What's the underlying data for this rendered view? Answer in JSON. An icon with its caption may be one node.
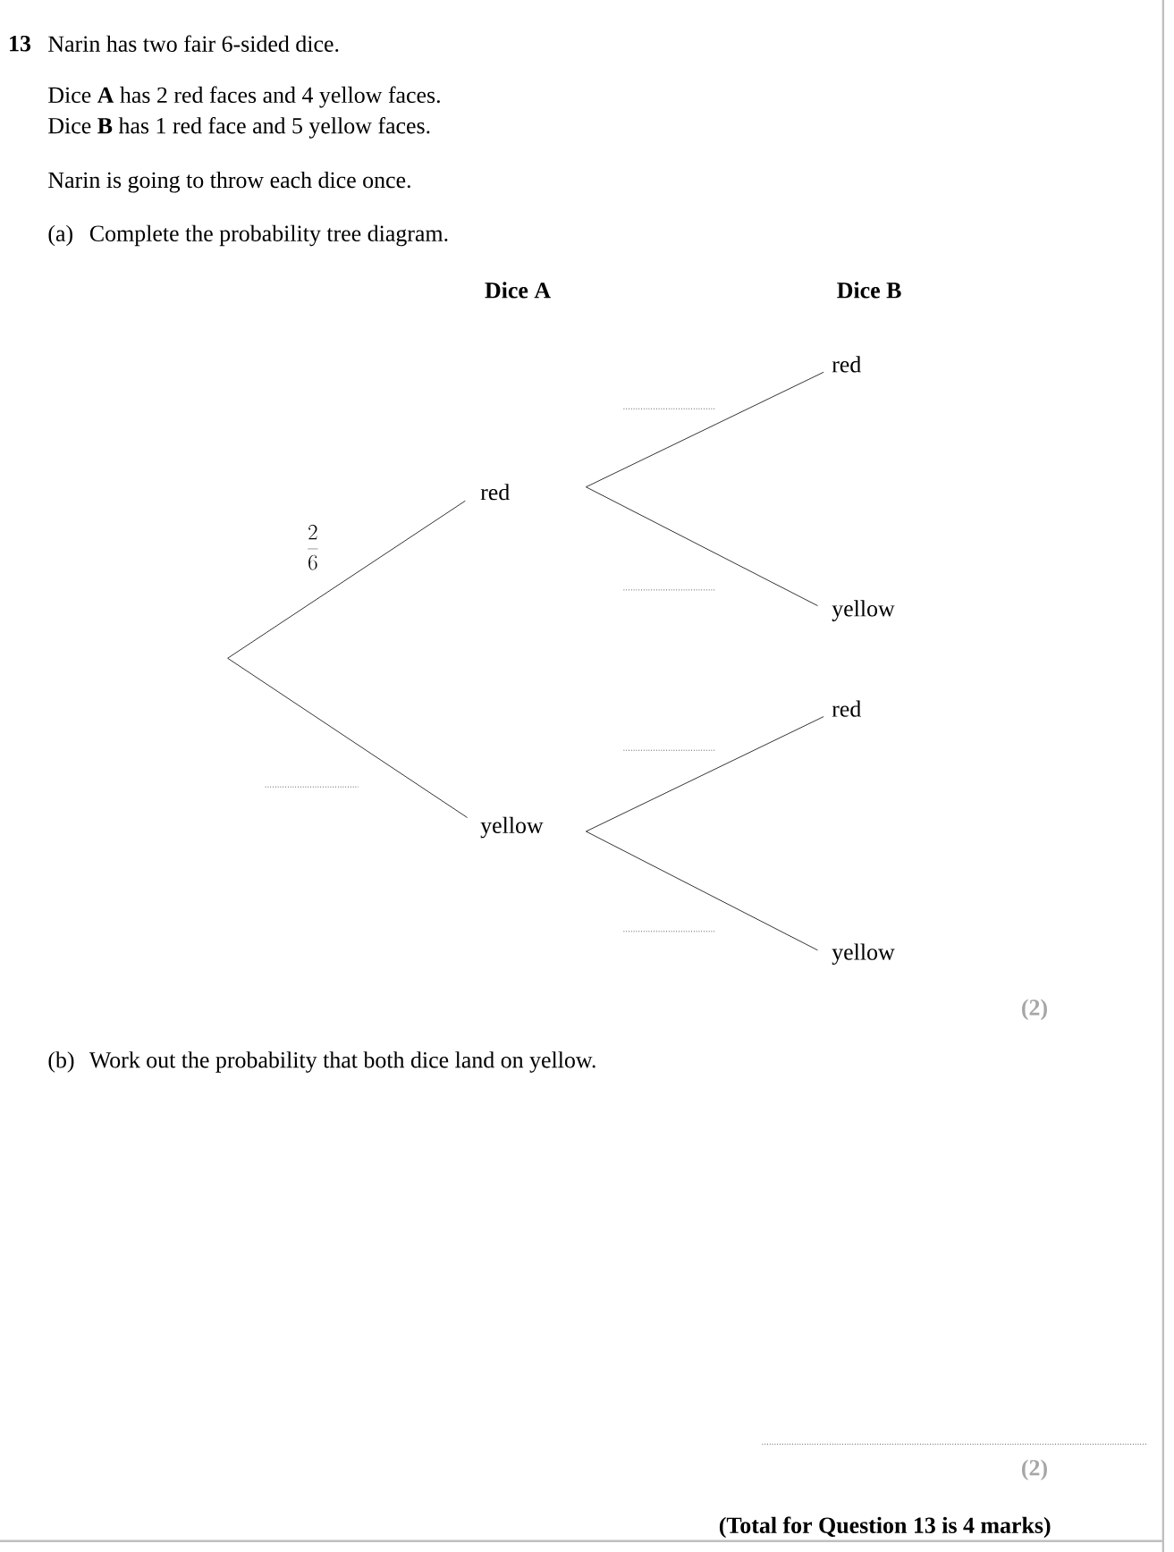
{
  "diagram": {
    "nodes": [
      {
        "text": [
          "red"
        ]
      },
      {
        "text": [
          "yellow"
        ]
      },
      {
        "text": [
          "red"
        ]
      },
      {
        "text": [
          "yellow"
        ]
      },
      {
        "text": [
          "red"
        ]
      },
      {
        "text": [
          "yellow"
        ]
      }
    ],
    "edges": [
      {
        "from": null,
        "to": 0,
        "arrow": "none",
        "label": "\\frac{2}{6}"
      },
      {
        "from": null,
        "to": 1,
        "arrow": "none"
      },
      {
        "from": 0,
        "to": 2,
        "arrow": "none"
      },
      {
        "from": 0,
        "to": 3,
        "arrow": "none"
      },
      {
        "from": 1,
        "to": 4,
        "arrow": "none"
      },
      {
        "from": 1,
        "to": 5,
        "arrow": "none"
      }
    ],
    "labels": [
      "13",
      "Narin has two fair 6-sided dice.",
      "Dice **A** has 2 red faces and 4 yellow faces.",
      "Dice **B** has 1 red face and 5 yellow faces.",
      "Narin is going to throw each dice once.",
      "(a)",
      "Complete the probability tree diagram.",
      "Dice A",
      "Dice B",
      "(2)",
      "(b)",
      "Work out the probability that both dice land on yellow.",
      "(2)",
      "(Total for Question 13 is 4 marks)"
    ]
  }
}
